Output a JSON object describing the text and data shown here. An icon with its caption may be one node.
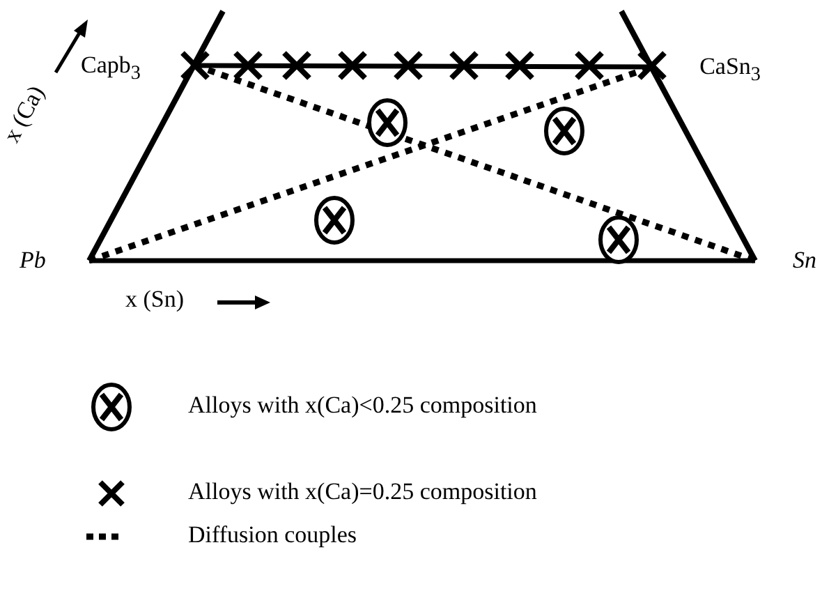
{
  "diagram": {
    "nodes": [
      {
        "text": [
          "Capb$_{3}$"
        ]
      },
      {
        "text": [
          "CaSn$_{3}$"
        ]
      },
      {
        "text": [
          "Pb"
        ]
      },
      {
        "text": [
          "Sn"
        ]
      }
    ],
    "edges": [
      {
        "from": 0,
        "to": 1,
        "arrow": "none"
      },
      {
        "from": 2,
        "to": 3,
        "arrow": "none"
      },
      {
        "from": 0,
        "to": 3,
        "arrow": "none",
        "style": "dashed"
      },
      {
        "from": 2,
        "to": 1,
        "arrow": "none",
        "style": "dashed"
      }
    ],
    "labels": [
      "x (Ca)",
      "x (Sn)"
    ],
    "legend": [
      {
        "text": "Alloys with x(Ca)<0.25 composition"
      },
      {
        "text": "Alloys with x(Ca)=0.25 composition"
      },
      {
        "text": "Diffusion couples"
      }
    ]
  }
}
